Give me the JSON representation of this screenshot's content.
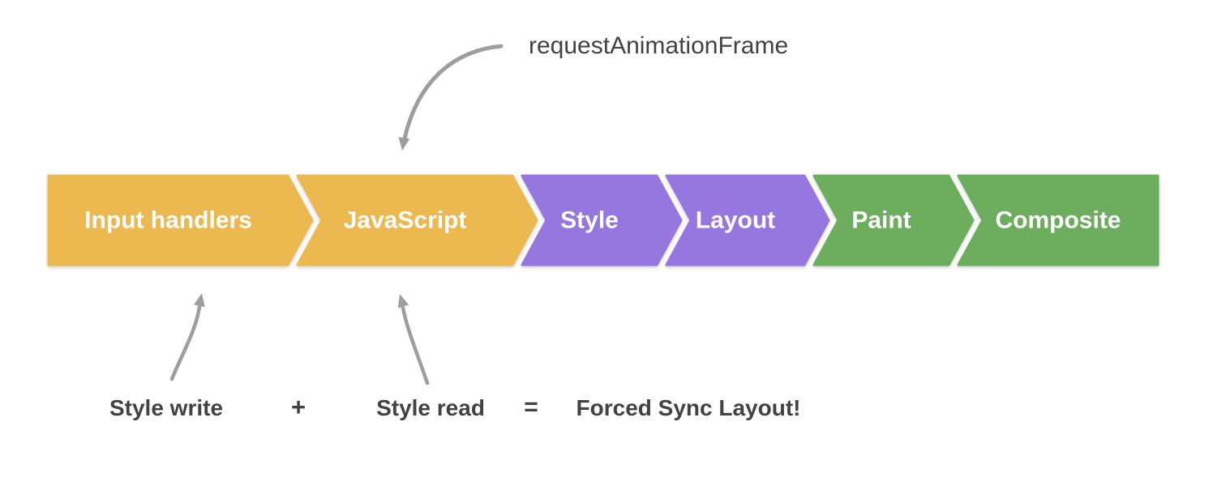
{
  "annotations": {
    "request_animation_frame": "requestAnimationFrame",
    "style_write": "Style write",
    "plus": "+",
    "style_read": "Style read",
    "equals": "=",
    "result": "Forced Sync Layout!"
  },
  "pipeline": {
    "segments": [
      {
        "label": "Input handlers",
        "color": "#EBB950"
      },
      {
        "label": "JavaScript",
        "color": "#EBB950"
      },
      {
        "label": "Style",
        "color": "#9577DF"
      },
      {
        "label": "Layout",
        "color": "#9577DF"
      },
      {
        "label": "Paint",
        "color": "#6CAD5E"
      },
      {
        "label": "Composite",
        "color": "#6CAD5E"
      }
    ],
    "label_color": "#FFFFFF"
  },
  "colors": {
    "background": "#FFFFFF",
    "arrow": "#9E9E9E",
    "annotation_text": "#424242"
  }
}
